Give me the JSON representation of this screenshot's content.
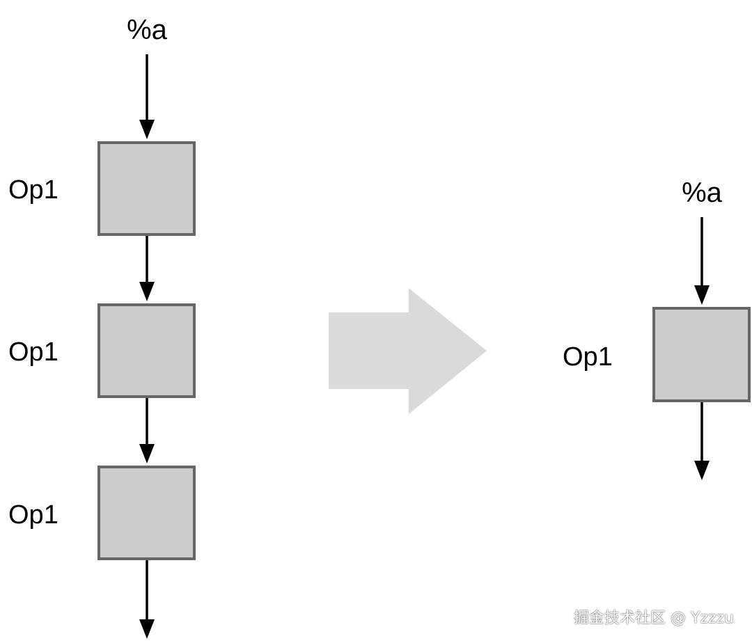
{
  "left_chain": {
    "input_label": "%a",
    "ops": [
      {
        "label": "Op1"
      },
      {
        "label": "Op1"
      },
      {
        "label": "Op1"
      }
    ]
  },
  "right_chain": {
    "input_label": "%a",
    "ops": [
      {
        "label": "Op1"
      }
    ]
  },
  "colors": {
    "box_fill": "#cccccc",
    "box_stroke": "#666666",
    "transform_arrow": "#dadada",
    "edge": "#000000"
  },
  "watermark": {
    "text": "掘金技术社区 @ Yzzzu"
  }
}
